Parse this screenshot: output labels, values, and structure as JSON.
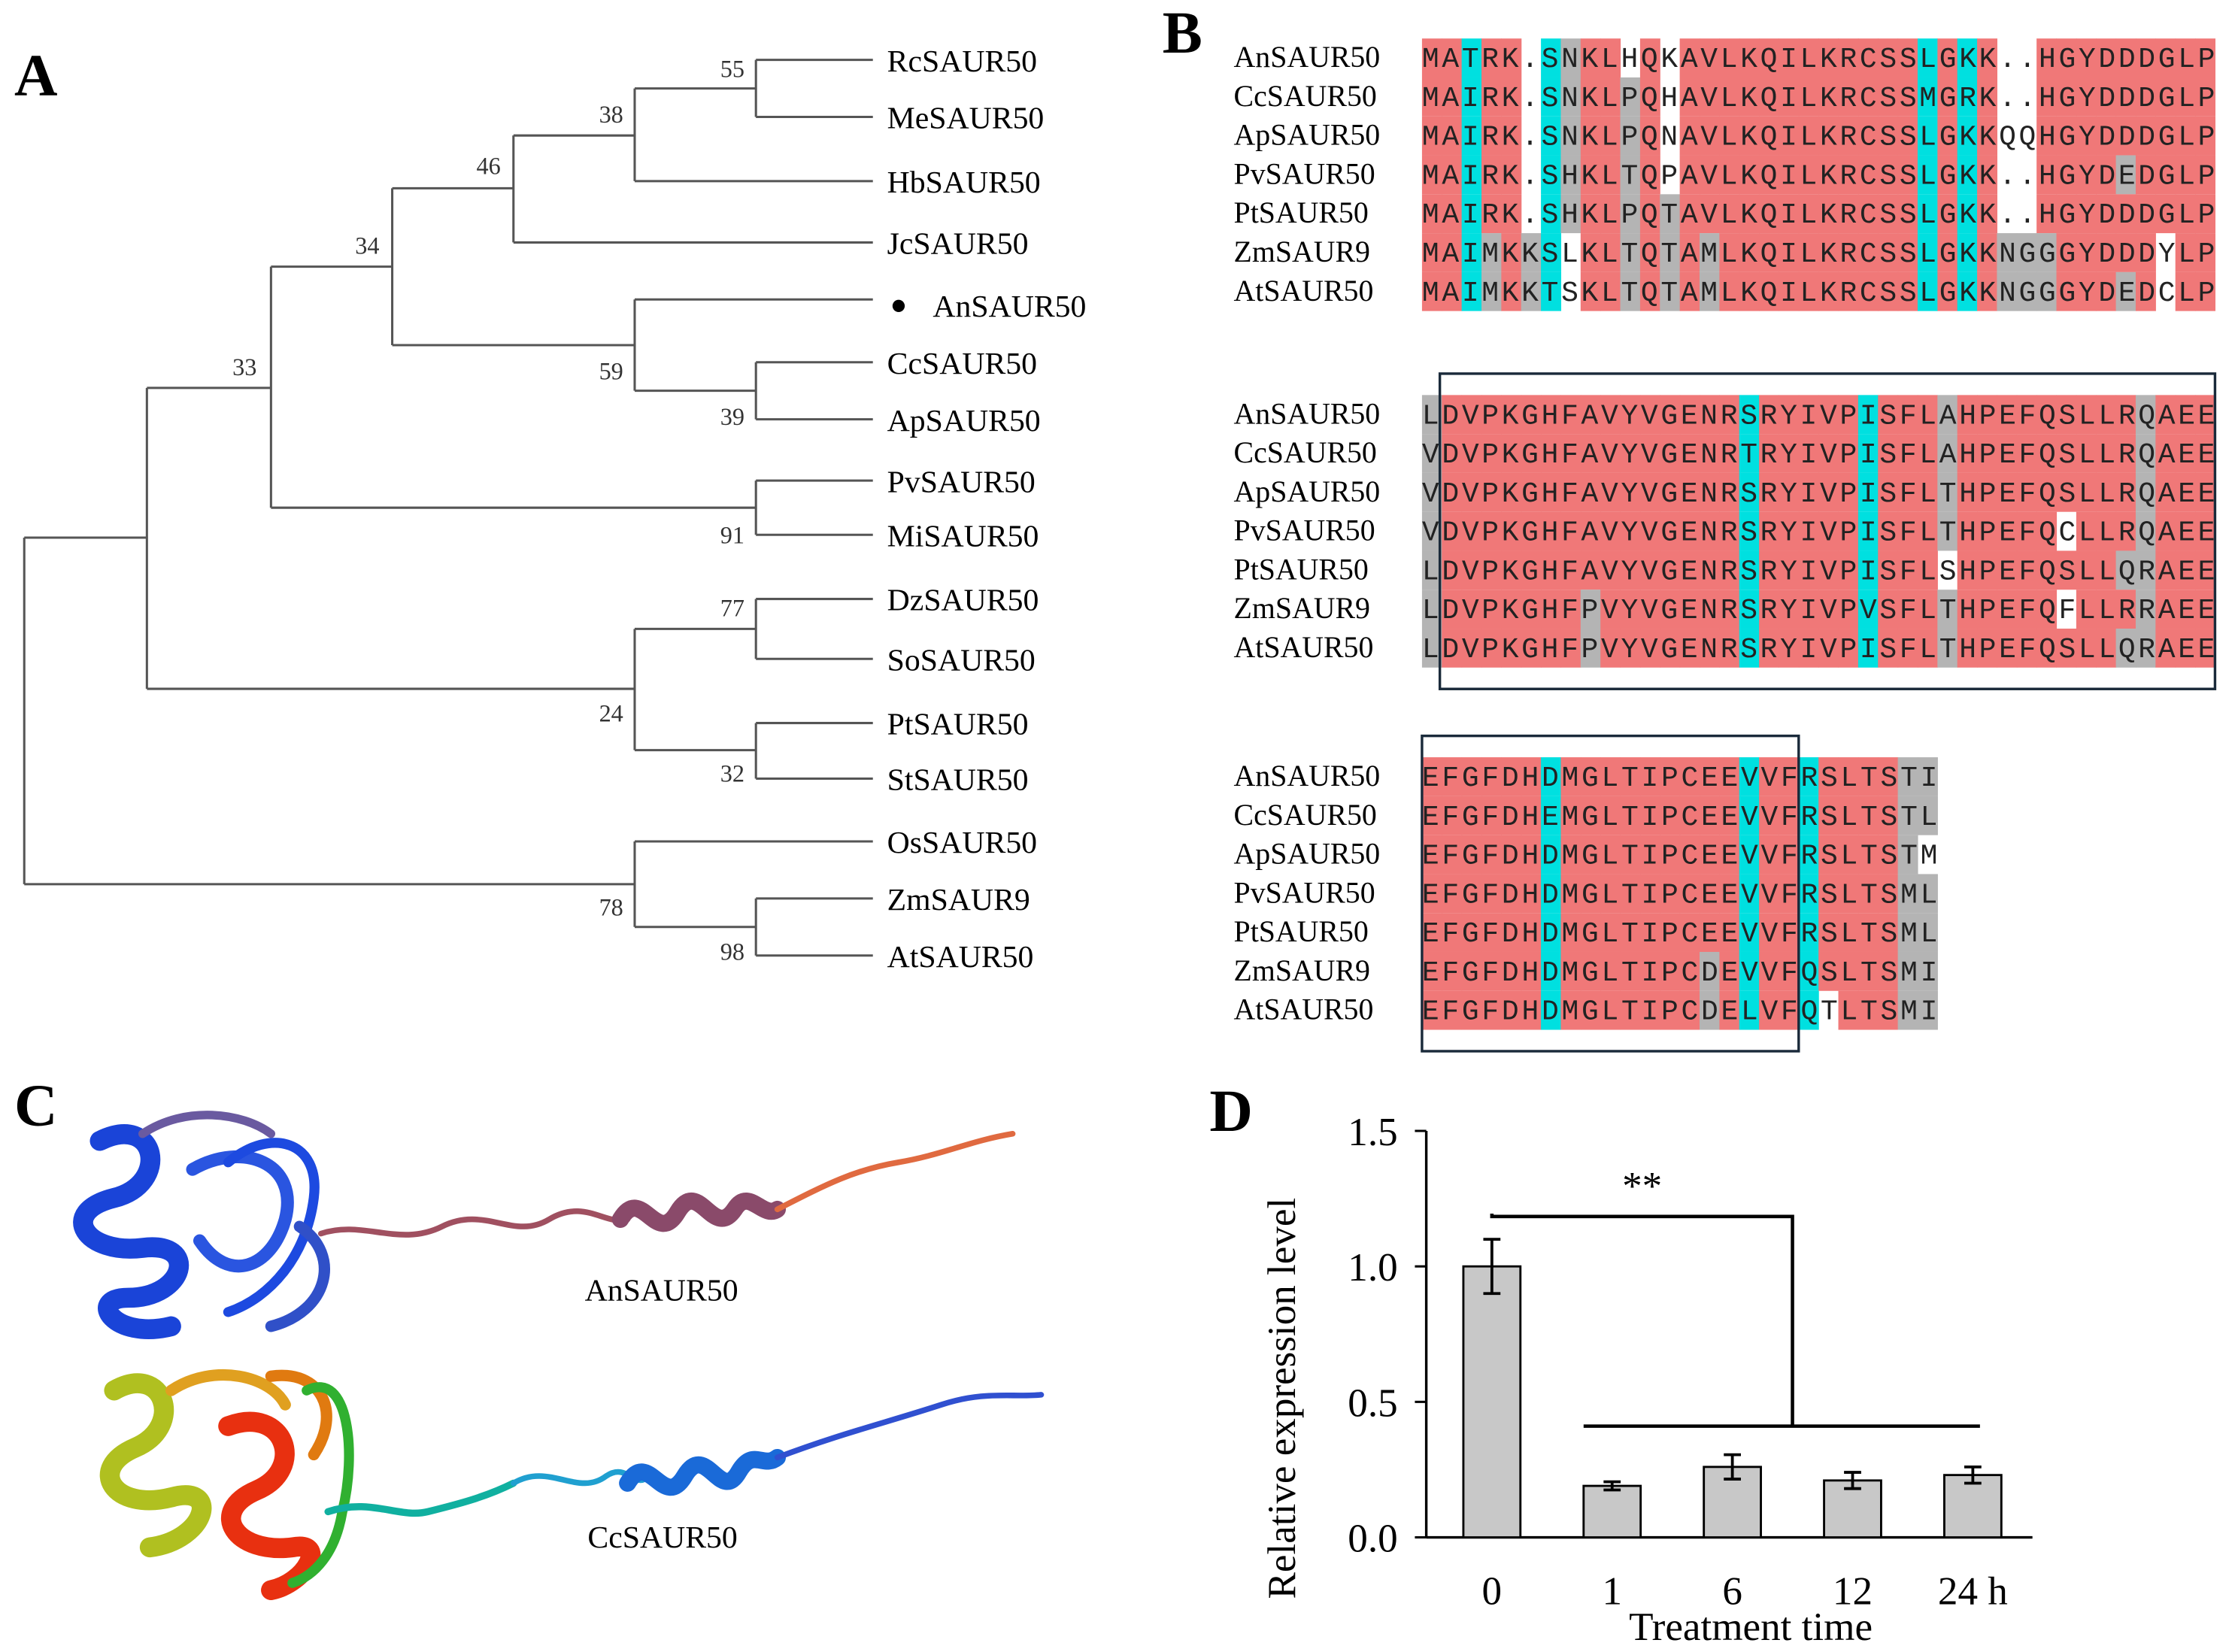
{
  "panels": {
    "a": "A",
    "b": "B",
    "c": "C",
    "d": "D"
  },
  "tree": {
    "leaves": [
      "RcSAUR50",
      "MeSAUR50",
      "HbSAUR50",
      "JcSAUR50",
      "AnSAUR50",
      "CcSAUR50",
      "ApSAUR50",
      "PvSAUR50",
      "MiSAUR50",
      "DzSAUR50",
      "SoSAUR50",
      "PtSAUR50",
      "StSAUR50",
      "OsSAUR50",
      "ZmSAUR9",
      "AtSAUR50"
    ],
    "marked_leaf": "AnSAUR50",
    "marker_symbol": "●",
    "bootstrap": [
      "55",
      "38",
      "46",
      "34",
      "59",
      "39",
      "33",
      "91",
      "77",
      "24",
      "32",
      "78",
      "98"
    ]
  },
  "alignment": {
    "names": [
      "AnSAUR50",
      "CcSAUR50",
      "ApSAUR50",
      "PvSAUR50",
      "PtSAUR50",
      "ZmSAUR9",
      "AtSAUR50"
    ],
    "blocks": [
      [
        "MATRK.SNKLHQKAVLKQILKRCSSLGKK..HGYDDDGLP",
        "MAIRK.SNKLPQHAVLKQILKRCSSMGRK..HGYDDDGLP",
        "MAIRK.SNKLPQNAVLKQILKRCSSLGKKQQHGYDDDGLP",
        "MAIRK.SHKLTQPAVLKQILKRCSSLGKK..HGYDEDGLP",
        "MAIRK.SHKLPQTAVLKQILKRCSSLGKK..HGYDDDGLP",
        "MAIMKKSLKLTQTAMLKQILKRCSSLGKKNGGGYDDDYLP",
        "MAIMKKTSKLTQTAMLKQILKRCSSLGKKNGGGYDEDCLP"
      ],
      [
        "LDVPKGHFAVYVGENRSRYIVPISFLAHPEFQSLLRQAEE",
        "VDVPKGHFAVYVGENRTRYIVPISFLAHPEFQSLLRQAEE",
        "VDVPKGHFAVYVGENRSRYIVPISFLTHPEFQSLLRQAEE",
        "VDVPKGHFAVYVGENRSRYIVPISFLTHPEFQCLLRQAEE",
        "LDVPKGHFAVYVGENRSRYIVPISFLSHPEFQSLLQRAEE",
        "LDVPKGHFPVYVGENRSRYIVPVSFLTHPEFQFLLRRAEE",
        "LDVPKGHFPVYVGENRSRYIVPISFLTHPEFQSLLQRAEE"
      ],
      [
        "EFGFDHDMGLTIPCEEVVFRSLTSTI",
        "EFGFDHEMGLTIPCEEVVFRSLTSTL",
        "EFGFDHDMGLTIPCEEVVFRSLTSTM",
        "EFGFDHDMGLTIPCEEVVFRSLTSML",
        "EFGFDHDMGLTIPCEEVVFRSLTSML",
        "EFGFDHDMGLTIPCDEVVFQSLTSMI",
        "EFGFDHDMGLTIPCDELVFQTLTSMI"
      ]
    ],
    "colors": {
      "identical": "#f07878",
      "similar": "#b4b4b4",
      "highlight": "#00e0e0"
    }
  },
  "structures": {
    "labels": [
      "AnSAUR50",
      "CcSAUR50"
    ]
  },
  "chart_data": {
    "type": "bar",
    "categories": [
      "0",
      "1",
      "6",
      "12",
      "24 h"
    ],
    "values": [
      1.0,
      0.19,
      0.26,
      0.21,
      0.23
    ],
    "errors": [
      0.1,
      0.015,
      0.045,
      0.03,
      0.03
    ],
    "xlabel": "Treatment time",
    "ylabel": "Relative expression level",
    "ylim": [
      0,
      1.5
    ],
    "yticks": [
      "0.0",
      "0.5",
      "1.0",
      "1.5"
    ],
    "significance": "**",
    "bar_color": "#c8c8c8"
  }
}
